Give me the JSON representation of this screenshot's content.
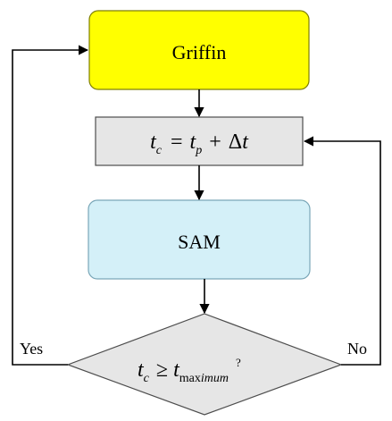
{
  "nodes": {
    "griffin": {
      "label": "Griffin",
      "fill": "#ffff00",
      "stroke": "#7f7f00"
    },
    "update": {
      "t": "t",
      "sub_c": "c",
      "eq": "=",
      "sub_p": "p",
      "plus": "+",
      "delta": "Δ",
      "fill": "#e6e6e6",
      "stroke": "#4d4d4d"
    },
    "sam": {
      "label": "SAM",
      "fill": "#d4f0f8",
      "stroke": "#7aa7b8"
    },
    "decision": {
      "t": "t",
      "sub_c": "c",
      "geq": "≥",
      "sub_max": "max",
      "sub_imum": "imum",
      "question": "?",
      "fill": "#e6e6e6",
      "stroke": "#4d4d4d"
    }
  },
  "edges": {
    "yes_label": "Yes",
    "no_label": "No",
    "color": "#000000"
  }
}
